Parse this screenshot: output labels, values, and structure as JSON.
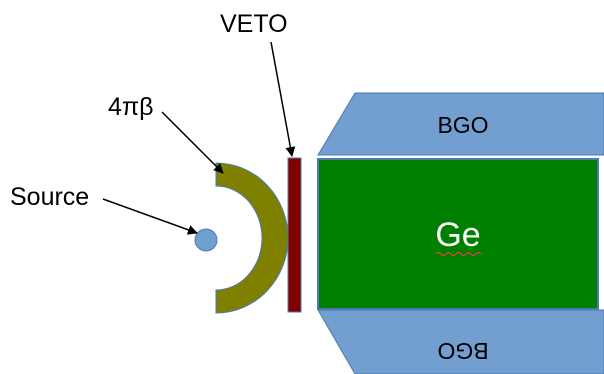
{
  "labels": {
    "source": "Source",
    "beta_detector": "4πβ",
    "veto": "VETO",
    "germanium": "Ge",
    "bgo_top": "BGO",
    "bgo_bottom": "BGO"
  },
  "colors": {
    "background": "#ffffff",
    "source_fill": "#729fcf",
    "beta_fill": "#808000",
    "veto_fill": "#800000",
    "germanium_fill": "#008000",
    "bgo_fill": "#729fcf",
    "outline": "#4a7ab5",
    "spellcheck_underline": "#e8423a"
  }
}
